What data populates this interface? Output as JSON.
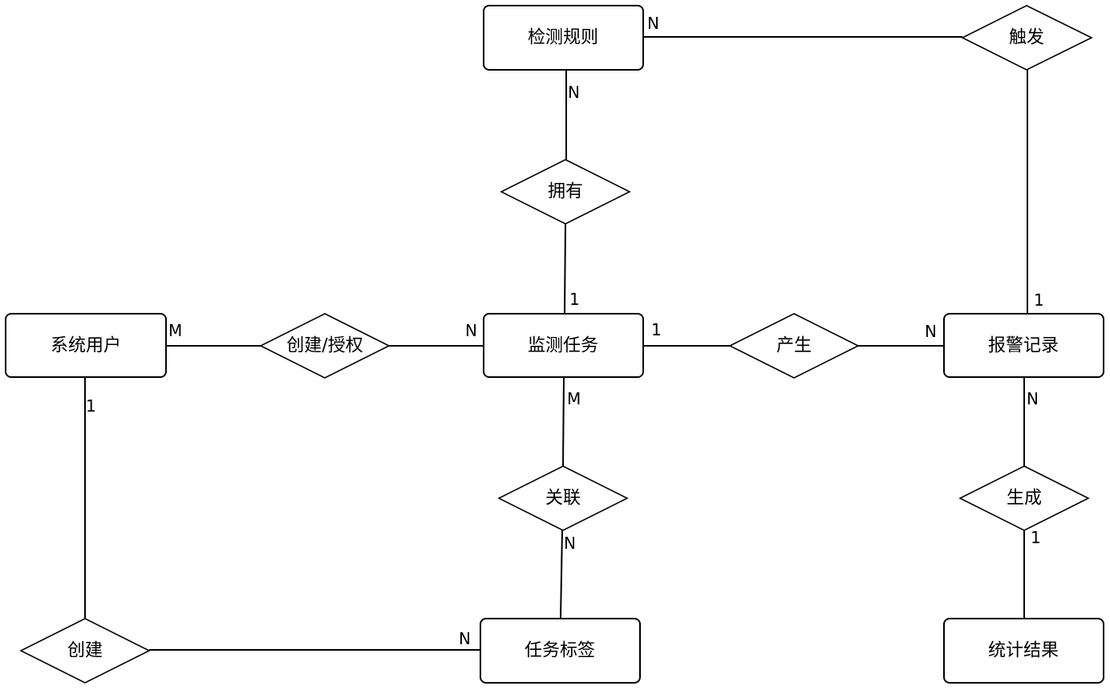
{
  "entities": {
    "detection_rule": "检测规则",
    "system_user": "系统用户",
    "monitor_task": "监测任务",
    "alarm_record": "报警记录",
    "task_tag": "任务标签",
    "stat_result": "统计结果"
  },
  "relations": {
    "trigger": "触发",
    "own": "拥有",
    "create_auth": "创建/授权",
    "produce": "产生",
    "associate": "关联",
    "generate": "生成",
    "create": "创建"
  },
  "cardinalities": {
    "rule_trigger": "N",
    "rule_own": "N",
    "task_own": "1",
    "alarm_trigger": "1",
    "user_create_auth": "M",
    "task_create_auth": "N",
    "task_produce": "1",
    "alarm_produce": "N",
    "user_create": "1",
    "task_associate": "M",
    "tag_associate": "N",
    "alarm_generate": "N",
    "stat_generate": "1",
    "tag_create": "N"
  }
}
